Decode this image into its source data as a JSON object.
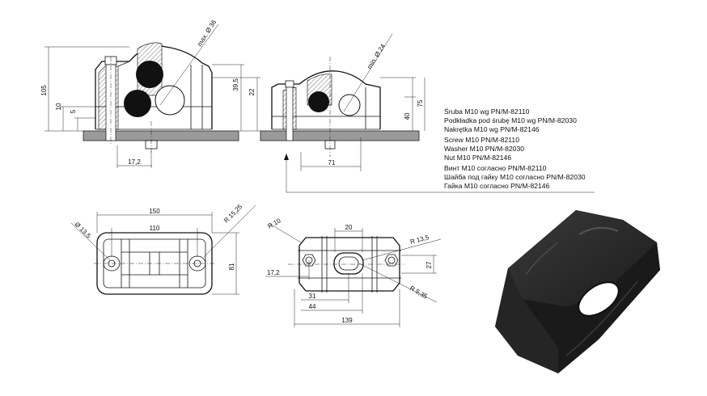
{
  "drawing1": {
    "dims": {
      "d105": "105",
      "d10": "10",
      "d5": "5",
      "d17_2": "17,2",
      "d39_5": "39,5",
      "d22": "22",
      "maxdia": "max. Ø 36"
    }
  },
  "drawing2": {
    "dims": {
      "mindia": "min. Ø 24",
      "d75": "75",
      "d40": "40",
      "d71": "71"
    }
  },
  "notes": [
    "Śruba M10 wg PN/M-82110",
    "Podkładka pod śrubę M10 wg PN/M-82030",
    "Nakrętka M10 wg PN/M-82146",
    "Screw M10  PN/M-82110",
    "Washer M10 PN/M-82030",
    "Nut M10 PN/M-82146",
    "Винт M10 согласно PN/M-82110",
    "Шайба под гайку M10 согласно PN/M-82030",
    "Гайка M10 согласно PN/M-82146"
  ],
  "drawing3": {
    "dims": {
      "d150": "150",
      "d110": "110",
      "d81": "81",
      "dia13_5": "Ø 13,5",
      "r15_25": "R 15,25"
    }
  },
  "drawing4": {
    "dims": {
      "r10": "R 10",
      "d20": "20",
      "r13_5": "R 13,5",
      "d27": "27",
      "d17_2": "17,2",
      "r5_35": "R 5,35",
      "d31": "31",
      "d44": "44",
      "d139": "139"
    }
  },
  "colors": {
    "line": "#111111",
    "plate": "#9a9a9a",
    "product": "#2a2a2a"
  }
}
